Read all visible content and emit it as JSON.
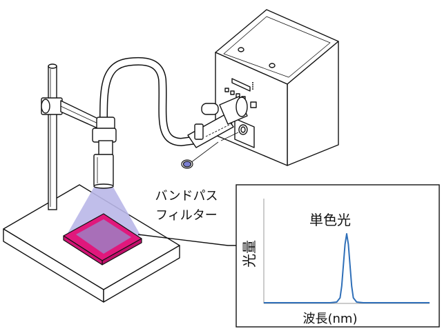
{
  "labels": {
    "filter_line1": "バンドパス",
    "filter_line2": "フィルター",
    "peak_label": "単色光",
    "y_axis_label": "光量",
    "x_axis_label": "波長(nm)"
  },
  "colors": {
    "stroke": "#111111",
    "light_beam": "#b9b7e8",
    "sample_top": "#a86fb8",
    "sample_side": "#e0187c",
    "filter_lens": "#7b7fd0",
    "spectrum_line": "#2f6fb8",
    "body_face": "#ffffff"
  },
  "chart_data": {
    "type": "line",
    "title": "単色光",
    "xlabel": "波長(nm)",
    "ylabel": "光量",
    "x": [
      0,
      10,
      20,
      30,
      35,
      40,
      44,
      46,
      47,
      48,
      49,
      50,
      51,
      52,
      53,
      54,
      56,
      60,
      70,
      80,
      90,
      100
    ],
    "y": [
      0.01,
      0.01,
      0.01,
      0.01,
      0.01,
      0.01,
      0.02,
      0.08,
      0.25,
      0.55,
      0.85,
      1.0,
      0.85,
      0.55,
      0.25,
      0.08,
      0.02,
      0.01,
      0.01,
      0.01,
      0.01,
      0.01
    ],
    "xlim": [
      0,
      100
    ],
    "ylim": [
      0,
      1.05
    ],
    "grid": false,
    "ticks": "none"
  }
}
